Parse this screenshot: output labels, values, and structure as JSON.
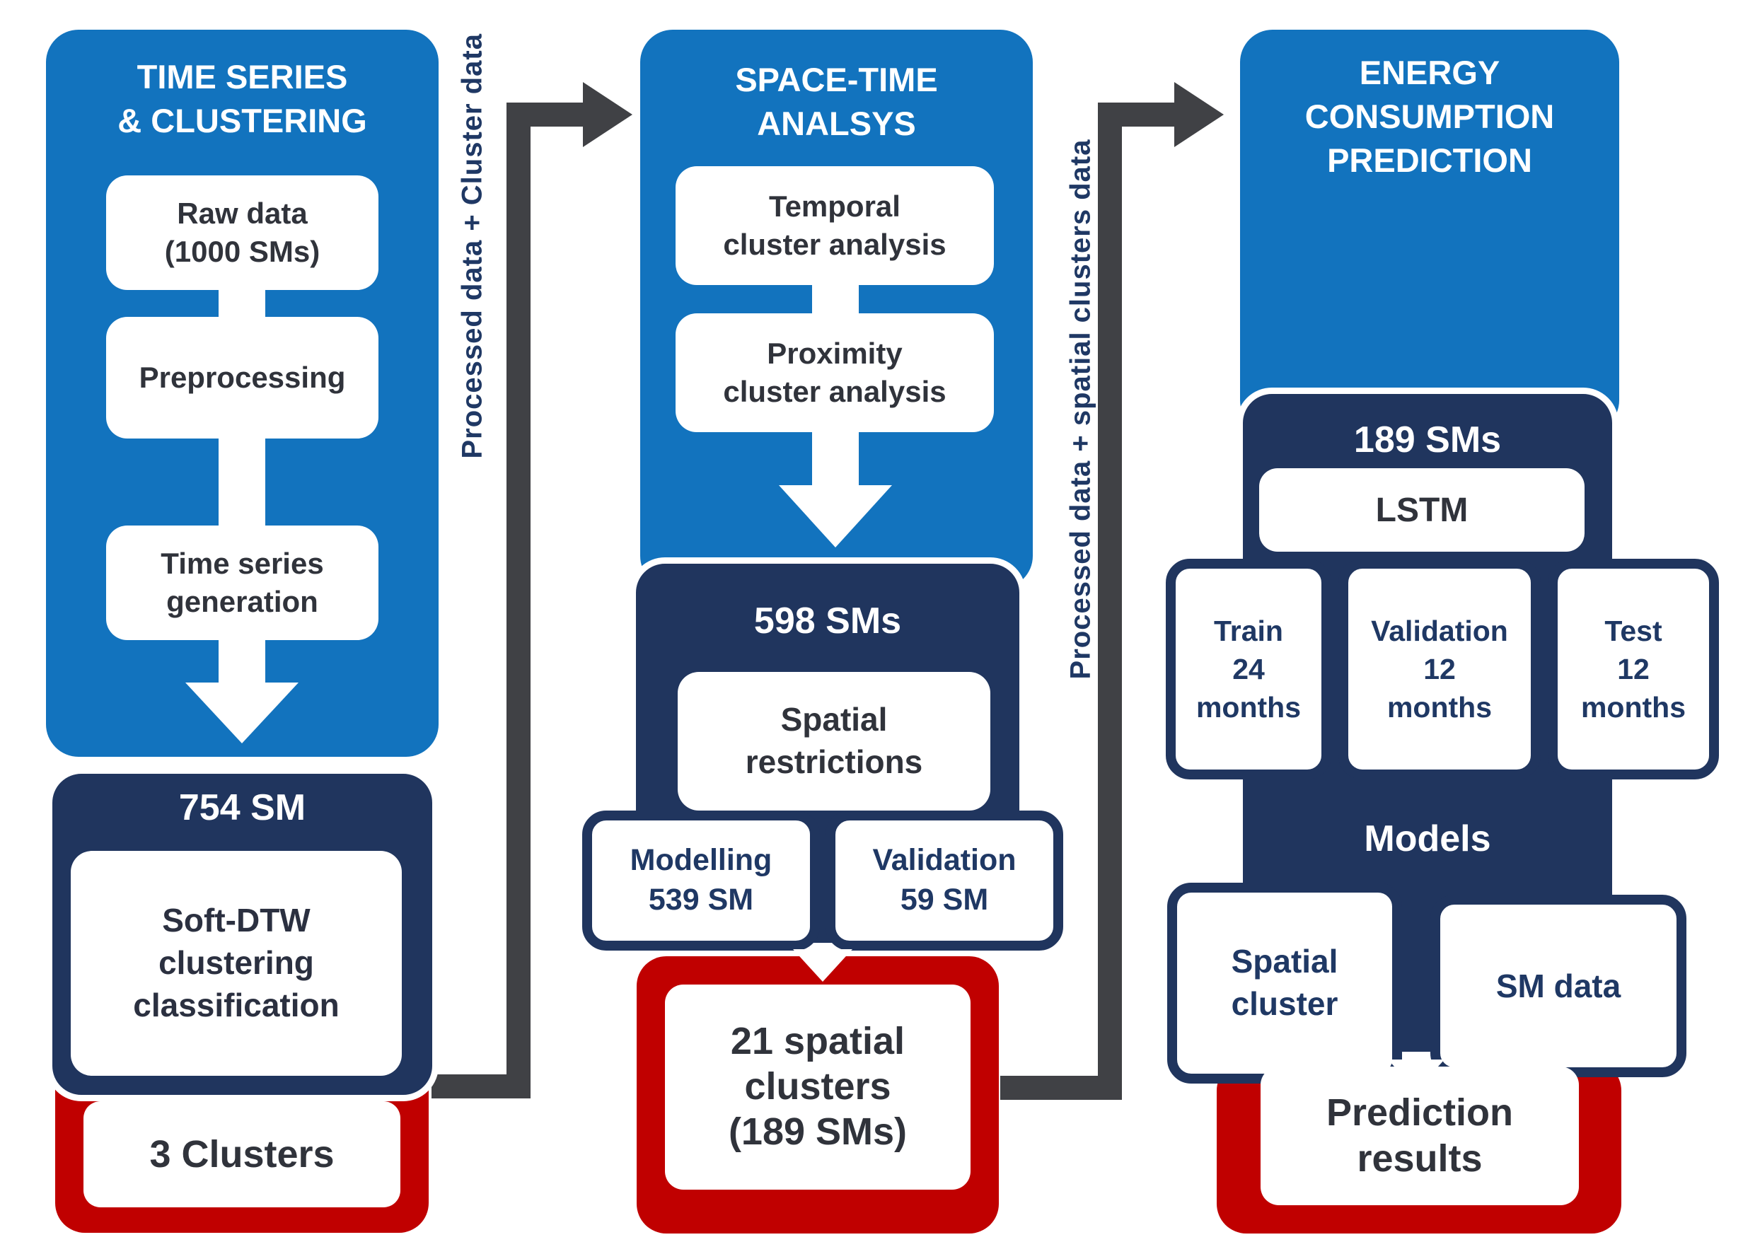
{
  "colors": {
    "column_blue": "#1273BE",
    "band_navy": "#20355E",
    "result_red": "#C00000",
    "arrow_gray": "#404145",
    "box_text_dark": "#30333B",
    "box_text_navy": "#1F3864"
  },
  "col1": {
    "header": [
      "TIME SERIES",
      "& CLUSTERING"
    ],
    "step1": [
      "Raw data",
      "(1000 SMs)"
    ],
    "step2": [
      "Preprocessing"
    ],
    "step3": [
      "Time series",
      "generation"
    ],
    "count": "754 SM",
    "method": [
      "Soft-DTW",
      "clustering",
      "classification"
    ],
    "result": "3 Clusters"
  },
  "col2": {
    "header": [
      "SPACE-TIME",
      "ANALSYS"
    ],
    "step1": [
      "Temporal",
      "cluster analysis"
    ],
    "step2": [
      "Proximity",
      "cluster analysis"
    ],
    "count": "598 SMs",
    "method": [
      "Spatial",
      "restrictions"
    ],
    "modelling": [
      "Modelling",
      "539 SM"
    ],
    "validation": [
      "Validation",
      "59 SM"
    ],
    "result": [
      "21 spatial",
      "clusters",
      "(189 SMs)"
    ]
  },
  "col3": {
    "header": [
      "ENERGY",
      "CONSUMPTION",
      "PREDICTION"
    ],
    "count": "189 SMs",
    "model": "LSTM",
    "train": [
      "Train",
      "24",
      "months"
    ],
    "validation": [
      "Validation",
      "12",
      "months"
    ],
    "test": [
      "Test",
      "12",
      "months"
    ],
    "models_label": "Models",
    "input1": [
      "Spatial",
      "cluster"
    ],
    "input2": [
      "SM data"
    ],
    "result": [
      "Prediction",
      "results"
    ]
  },
  "flows": {
    "flow1": "Processed data + Cluster data",
    "flow2": "Processed data + spatial clusters data"
  }
}
